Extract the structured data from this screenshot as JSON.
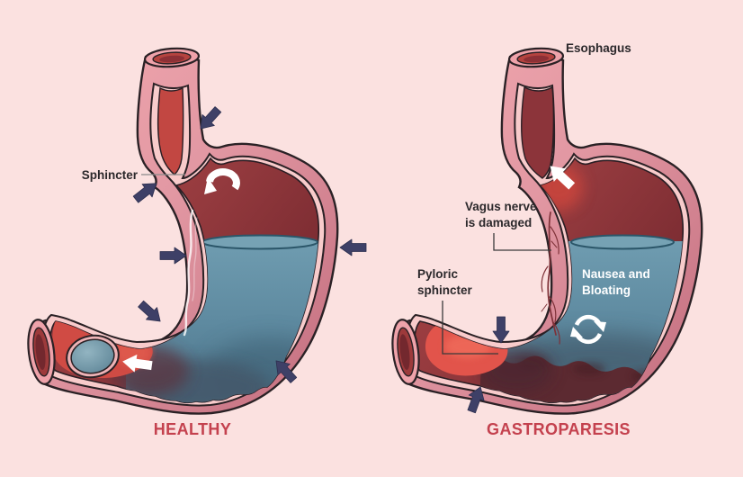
{
  "panels": {
    "healthy": {
      "title": "HEALTHY",
      "labels": {
        "sphincter": "Sphincter"
      }
    },
    "gastroparesis": {
      "title": "GASTROPARESIS",
      "labels": {
        "esophagus": "Esophagus",
        "vagus_nerve": "Vagus nerve\nis damaged",
        "pyloric_sphincter": "Pyloric\nsphincter",
        "symptoms": "Nausea and\nBloating"
      }
    }
  },
  "icons": {
    "contraction_arrow": "navy-arrow-icon",
    "flow_arrow": "white-arrow-icon",
    "churn_arrow": "curved-white-arrow-icon",
    "reflux_arrow": "white-arrow-icon",
    "stasis_cycle": "circular-arrows-icon"
  },
  "colors": {
    "background": "#fbe1e0",
    "stomach_wall": "#c9707e",
    "stomach_wall_light": "#efa2aa",
    "mucosa": "#f8cbcb",
    "interior_red": "#8a3237",
    "fluid_blue": "#5e8aa0",
    "food_mass": "#5c2a31",
    "arrow_navy": "#3e4067",
    "arrow_white": "#ffffff",
    "title_red": "#c4414e",
    "label_text": "#2b282b"
  }
}
